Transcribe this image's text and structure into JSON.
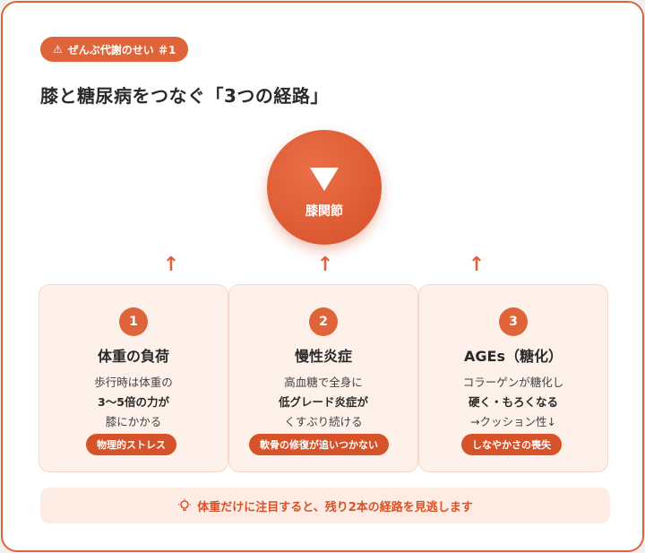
{
  "badge": {
    "icon": "warning-icon",
    "text": "ぜんぶ代謝のせい ＃1"
  },
  "title": "膝と糖尿病をつなぐ「3つの経路」",
  "center": {
    "label": "膝関節"
  },
  "arrow_glyph": "↑",
  "paths": [
    {
      "num": "1",
      "title": "体重の負荷",
      "line1": "歩行時は体重の",
      "line2": "3〜5倍の力が",
      "line3": "膝にかかる",
      "tag": "物理的ストレス"
    },
    {
      "num": "2",
      "title": "慢性炎症",
      "line1": "高血糖で全身に",
      "line2": "低グレード炎症が",
      "line3": "くすぶり続ける",
      "tag": "軟骨の修復が追いつかない"
    },
    {
      "num": "3",
      "title": "AGEs（糖化）",
      "line1": "コラーゲンが糖化し",
      "line2": "硬く・もろくなる",
      "line3": "→クッション性↓",
      "tag": "しなやかさの喪失"
    }
  ],
  "note": {
    "icon": "lightbulb-icon",
    "text": "体重だけに注目すると、残り2本の経路を見逃します"
  },
  "colors": {
    "accent": "#e0643a",
    "accent_dark": "#d6532a",
    "box_bg": "#fdf1ea"
  }
}
